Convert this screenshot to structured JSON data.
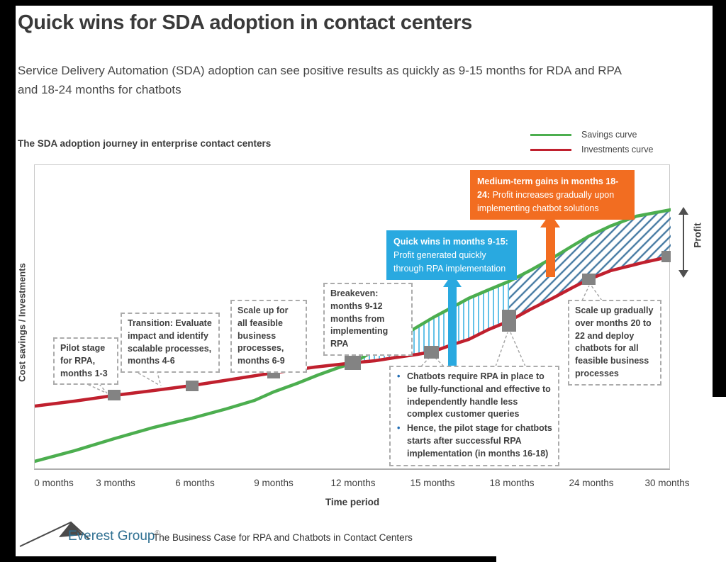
{
  "page": {
    "title": "Quick wins for SDA adoption in contact centers",
    "subtitle": "Service Delivery Automation (SDA) adoption can see positive results as quickly as 9-15 months for RDA and RPA and 18-24 months for chatbots"
  },
  "chart": {
    "heading": "The SDA adoption journey in enterprise contact centers",
    "y_axis_label": "Cost savings / Investments",
    "x_axis_label": "Time period",
    "profit_label": "Profit",
    "x_ticks": [
      "0 months",
      "3 months",
      "6 months",
      "9 months",
      "12 months",
      "15 months",
      "18 months",
      "24 months",
      "30 months"
    ],
    "legend": [
      {
        "label": "Savings curve",
        "color": "#4cae4f"
      },
      {
        "label": "Investments curve",
        "color": "#c0202e"
      }
    ]
  },
  "callouts": {
    "pilot": "Pilot stage for RPA, months 1-3",
    "transition": "Transition: Evaluate impact and identify scalable processes, months 4-6",
    "scale_up": "Scale up for all feasible business processes, months 6-9",
    "breakeven": "Breakeven: months 9-12 months from implementing RPA",
    "scale_up_chatbots": "Scale up gradually over months 20 to 22 and deploy chatbots for all feasible business processes",
    "chatbot_note": {
      "items": [
        "Chatbots require RPA in place to be fully-functional and effective to independently handle less complex customer queries",
        "Hence, the pilot stage for chatbots starts after successful RPA implementation (in months 16-18)"
      ]
    }
  },
  "highlights": {
    "quick_wins": {
      "title": "Quick wins in months 9-15:",
      "body": "Profit generated quickly through RPA implementation",
      "color": "#29a9e0"
    },
    "medium_term": {
      "title": "Medium-term gains in months 18-24:",
      "body": "Profit increases gradually upon implementing chatbot solutions",
      "color": "#f26d21"
    }
  },
  "footer": {
    "brand": "Everest Group",
    "registered": "®",
    "tagline": "The Business Case for RPA and Chatbots in Contact Centers"
  },
  "chart_data": {
    "type": "line",
    "x": [
      0,
      3,
      6,
      9,
      12,
      15,
      18,
      24,
      30
    ],
    "x_unit": "months",
    "xlabel": "Time period",
    "ylabel": "Cost savings / Investments",
    "series": [
      {
        "name": "Savings curve",
        "color": "#4cae4f",
        "values": [
          3,
          10,
          17,
          26,
          35,
          50,
          62,
          77,
          85
        ]
      },
      {
        "name": "Investments curve",
        "color": "#c0202e",
        "values": [
          21,
          25,
          28,
          32,
          35,
          39,
          49,
          63,
          70
        ]
      }
    ],
    "annotations": {
      "breakeven_x": 12,
      "profit_region": "gap between savings and investments curves after month 12 (hatched)",
      "hatch_vertical_range_months": [
        12,
        18
      ],
      "hatch_diagonal_range_months": [
        18,
        30
      ]
    },
    "legend_position": "top-right",
    "grid": false
  }
}
